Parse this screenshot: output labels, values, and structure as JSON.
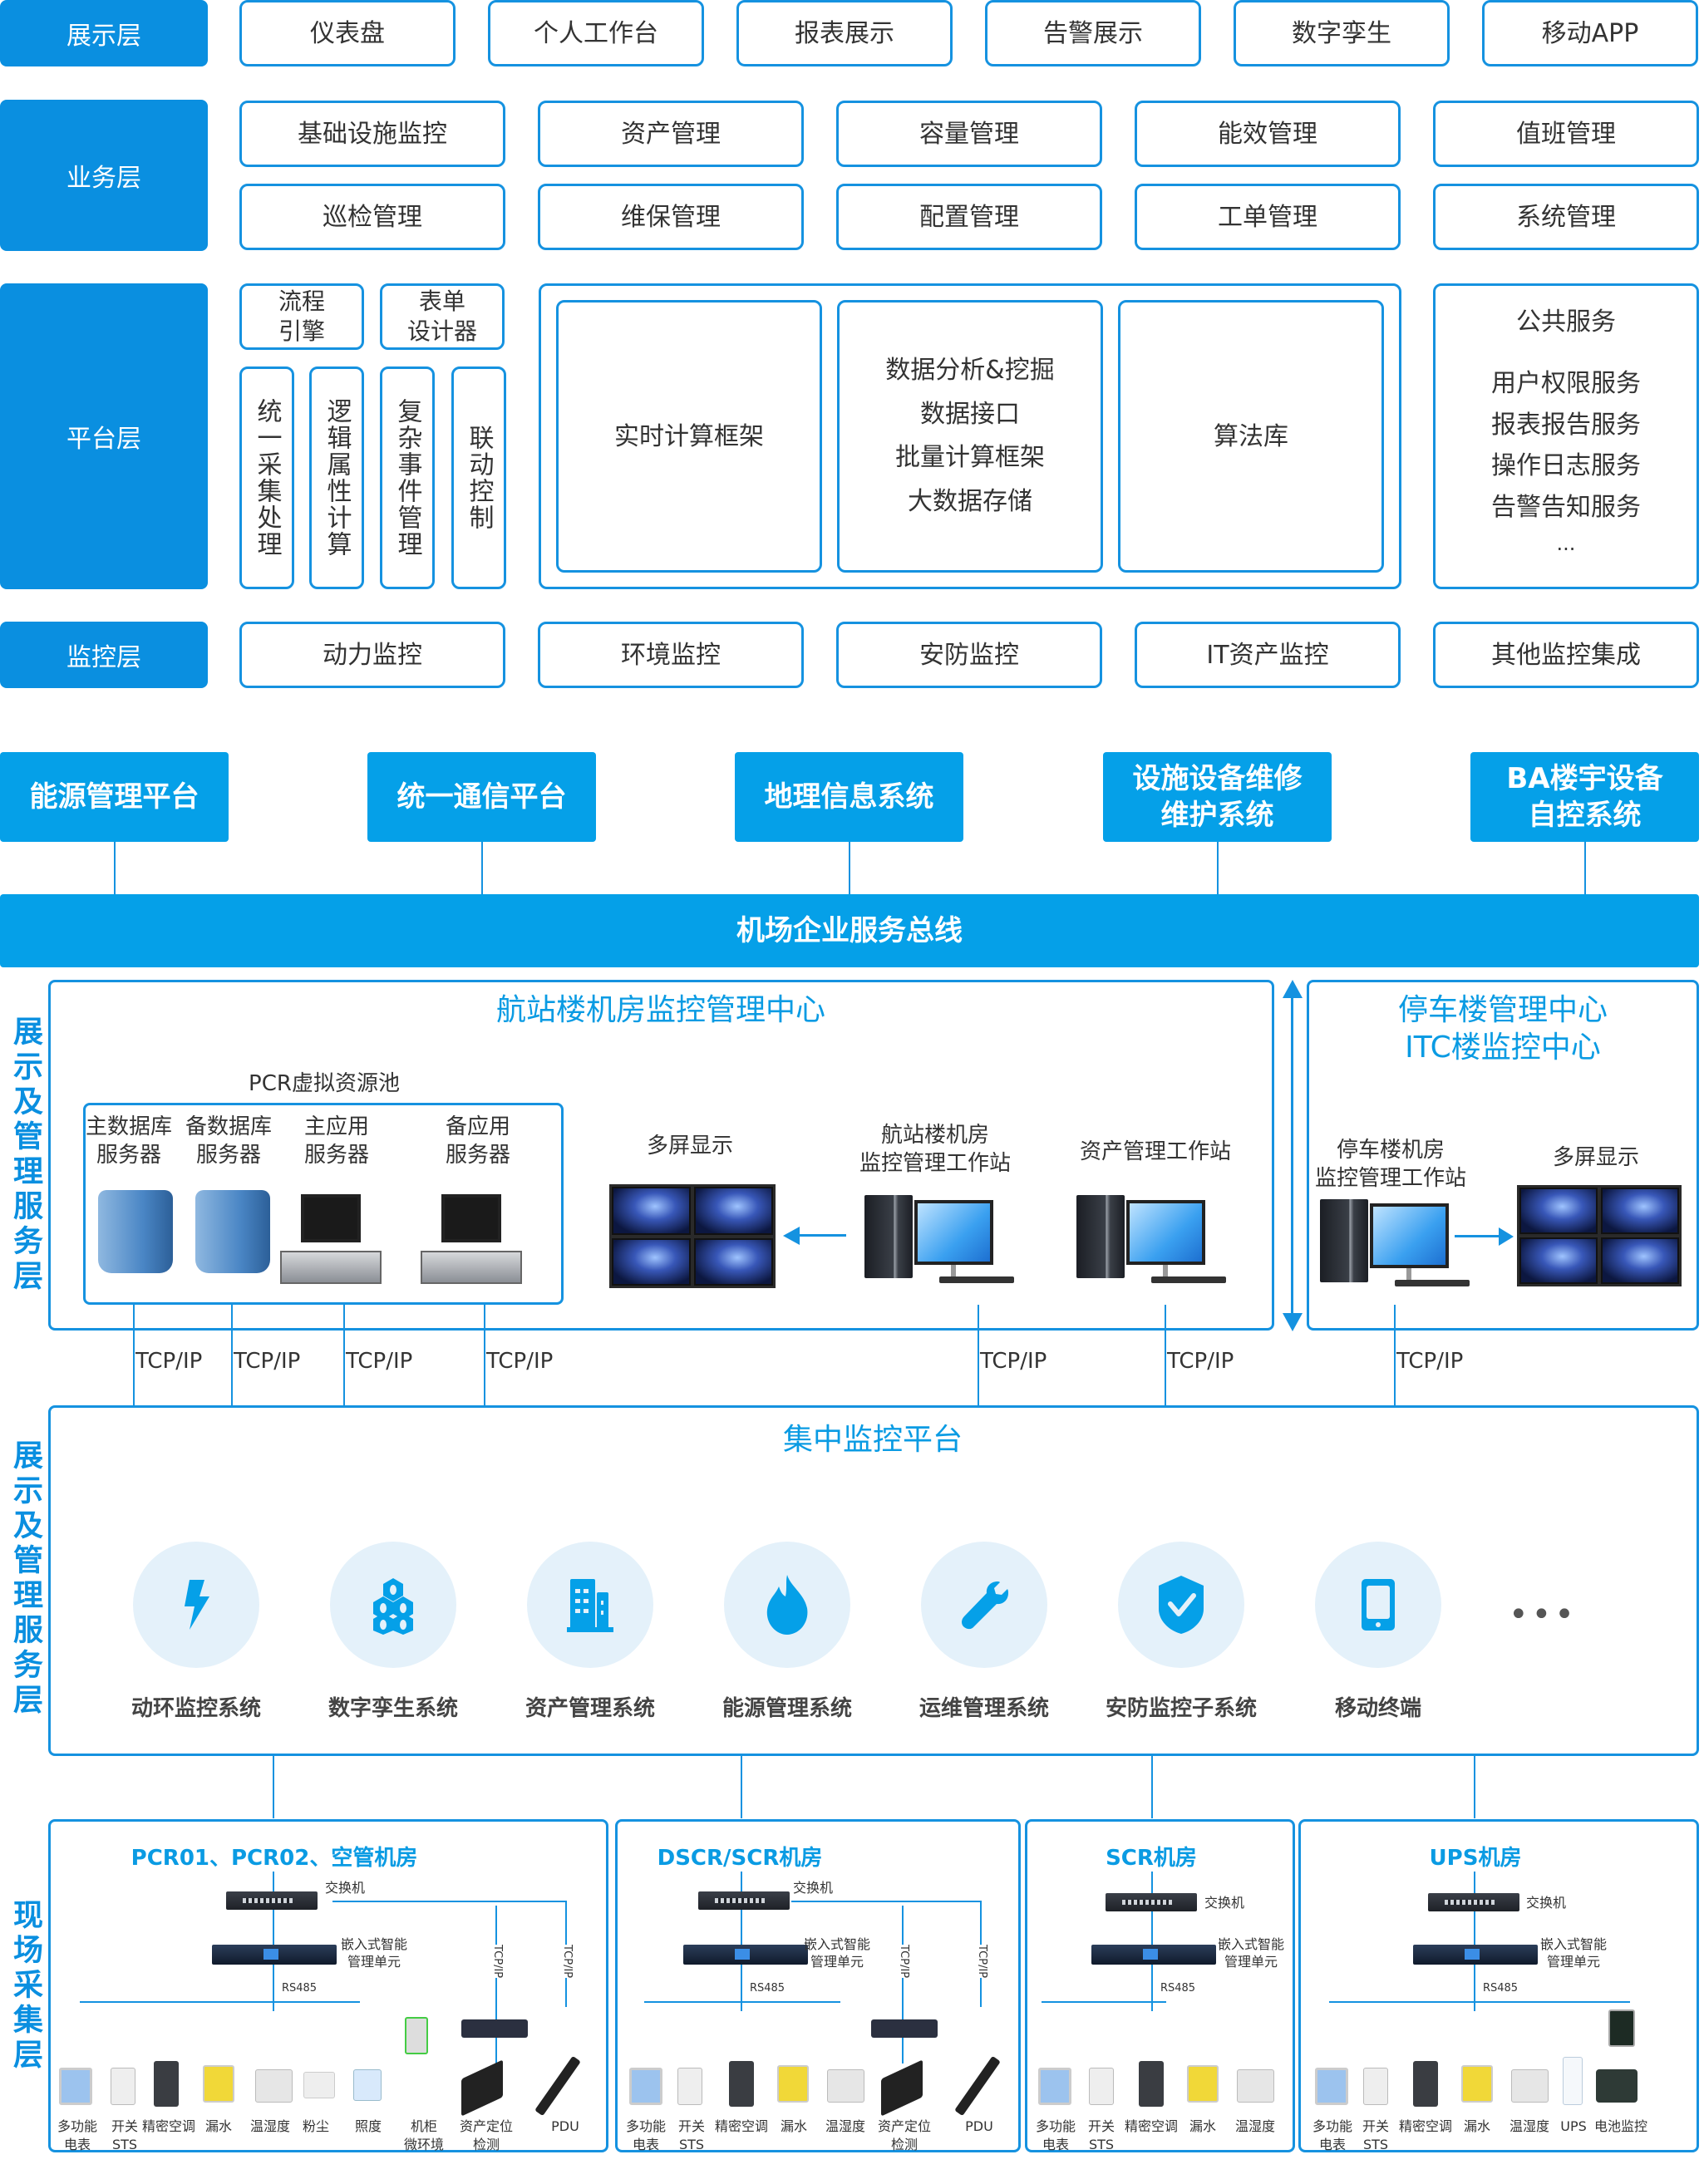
{
  "architecture": {
    "presentation_layer": {
      "label": "展示层",
      "items": [
        "仪表盘",
        "个人工作台",
        "报表展示",
        "告警展示",
        "数字孪生",
        "移动APP"
      ]
    },
    "business_layer": {
      "label": "业务层",
      "row1": [
        "基础设施监控",
        "资产管理",
        "容量管理",
        "能效管理",
        "值班管理"
      ],
      "row2": [
        "巡检管理",
        "维保管理",
        "配置管理",
        "工单管理",
        "系统管理"
      ]
    },
    "platform_layer": {
      "label": "平台层",
      "top_small": [
        "流程\n引擎",
        "表单\n设计器"
      ],
      "vertical": [
        "统一采集处理",
        "逻辑属性计算",
        "复杂事件管理",
        "联动控制"
      ],
      "realtime": "实时计算框架",
      "data_box": [
        "数据分析&挖掘",
        "数据接口",
        "批量计算框架",
        "大数据存储"
      ],
      "algorithm": "算法库",
      "public_services": {
        "title": "公共服务",
        "items": [
          "用户权限服务",
          "报表报告服务",
          "操作日志服务",
          "告警告知服务",
          "..."
        ]
      }
    },
    "monitoring_layer": {
      "label": "监控层",
      "items": [
        "动力监控",
        "环境监控",
        "安防监控",
        "IT资产监控",
        "其他监控集成"
      ]
    }
  },
  "external_systems": [
    "能源管理平台",
    "统一通信平台",
    "地理信息系统",
    "设施设备维修\n维护系统",
    "BA楼宇设备\n自控系统"
  ],
  "bus": {
    "label": "机场企业服务总线"
  },
  "display_mgmt_layer": {
    "side_label": "展示及管理服务层",
    "terminal_center": {
      "title": "航站楼机房监控管理中心",
      "pool_title": "PCR虚拟资源池",
      "servers": [
        "主数据库\n服务器",
        "备数据库\n服务器",
        "主应用\n服务器",
        "备应用\n服务器"
      ],
      "multi_screen": "多屏显示",
      "workstation": "航站楼机房\n监控管理工作站",
      "asset_workstation": "资产管理工作站"
    },
    "parking_center": {
      "title": "停车楼管理中心\nITC楼监控中心",
      "workstation": "停车楼机房\n监控管理工作站",
      "multi_screen": "多屏显示"
    },
    "protocol": "TCP/IP"
  },
  "central_platform": {
    "side_label": "展示及管理服务层",
    "title": "集中监控平台",
    "systems": [
      {
        "name": "动环监控系统",
        "icon": "lightning-icon"
      },
      {
        "name": "数字孪生系统",
        "icon": "hexagon-cluster-icon"
      },
      {
        "name": "资产管理系统",
        "icon": "building-icon"
      },
      {
        "name": "能源管理系统",
        "icon": "flame-icon"
      },
      {
        "name": "运维管理系统",
        "icon": "wrench-icon"
      },
      {
        "name": "安防监控子系统",
        "icon": "shield-check-icon"
      },
      {
        "name": "移动终端",
        "icon": "mobile-phone-icon"
      }
    ],
    "more": "•••"
  },
  "field_layer": {
    "side_label": "现场采集层",
    "switch_label": "交换机",
    "emu_label": "嵌入式智能\n管理单元",
    "rs485": "RS485",
    "tcpip": "TCP/IP",
    "rooms": [
      {
        "title": "PCR01、PCR02、空管机房",
        "devices": [
          "多功能\n电表",
          "开关\nSTS",
          "精密空调",
          "漏水",
          "温湿度",
          "粉尘",
          "照度",
          "机柜\n微环境",
          "资产定位\n检测",
          "PDU"
        ]
      },
      {
        "title": "DSCR/SCR机房",
        "devices": [
          "多功能\n电表",
          "开关\nSTS",
          "精密空调",
          "漏水",
          "温湿度",
          "资产定位\n检测",
          "PDU"
        ]
      },
      {
        "title": "SCR机房",
        "devices": [
          "多功能\n电表",
          "开关\nSTS",
          "精密空调",
          "漏水",
          "温湿度"
        ]
      },
      {
        "title": "UPS机房",
        "devices": [
          "多功能\n电表",
          "开关\nSTS",
          "精密空调",
          "漏水",
          "温湿度",
          "UPS",
          "电池监控"
        ]
      }
    ]
  },
  "colors": {
    "primary_blue": "#0A8FE0",
    "bus_blue": "#05A0E8",
    "border_blue": "#1592E0",
    "icon_bg": "#E4F1FA",
    "text": "#333333"
  }
}
